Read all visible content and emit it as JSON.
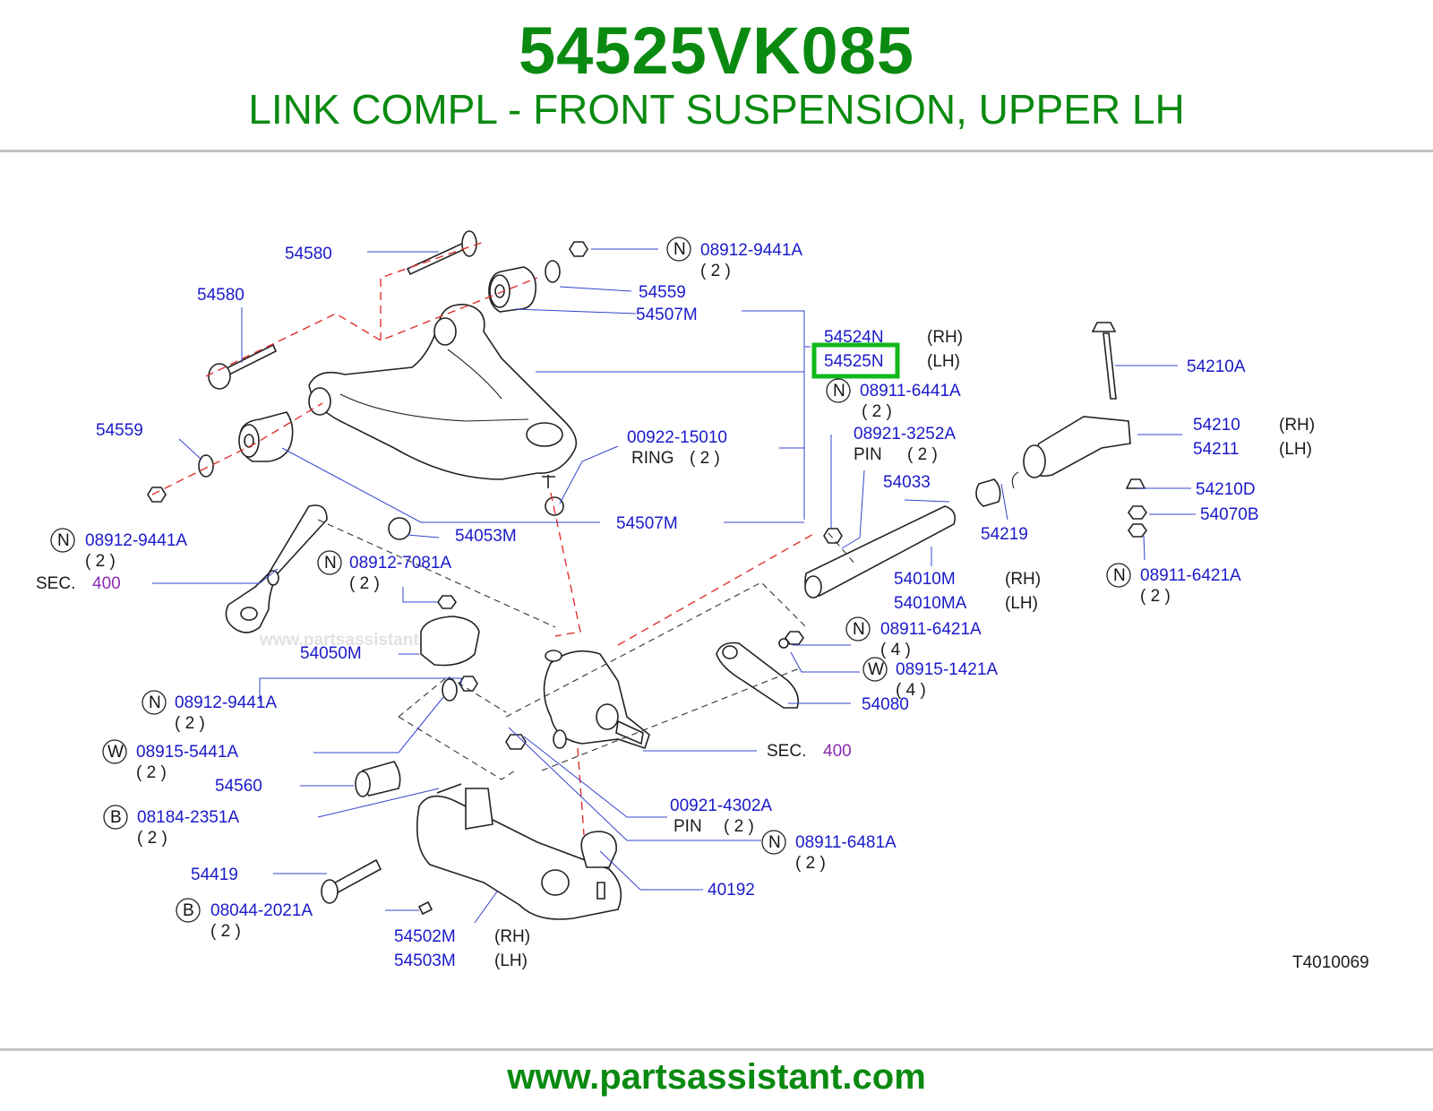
{
  "header": {
    "part_number": "54525VK085",
    "description": "LINK COMPL - FRONT SUSPENSION, UPPER LH"
  },
  "watermark": "www.partsassistant.com",
  "footer": {
    "url": "www.partsassistant.com"
  },
  "highlight_color": "#12b81c",
  "labels": {
    "l54580a": "54580",
    "l08912a": "08912-9441A",
    "q2a": "( 2 )",
    "l54580b": "54580",
    "l54559a": "54559",
    "l54507m_a": "54507M",
    "l54524n": "54524N",
    "rh1": "(RH)",
    "l54525n": "54525N",
    "lh1": "(LH)",
    "l08911a": "08911-6441A",
    "q2b": "( 2 )",
    "l54210a": "54210A",
    "l54559b": "54559",
    "l00922": "00922-15010",
    "ring": "RING",
    "q2c": "( 2 )",
    "l08921": "08921-3252A",
    "pin1": "PIN",
    "q2d": "( 2 )",
    "l54210": "54210",
    "rh2": "(RH)",
    "l54211": "54211",
    "lh2": "(LH)",
    "l54033": "54033",
    "l54210d": "54210D",
    "l54507m_b": "54507M",
    "l54053m": "54053M",
    "l54219": "54219",
    "l54070b": "54070B",
    "l08912b": "08912-9441A",
    "q2e": "( 2 )",
    "sec1": "SEC.",
    "sec1num": "400",
    "l08912_7081": "08912-7081A",
    "q2f": "( 2 )",
    "l54010m": "54010M",
    "rh3": "(RH)",
    "l54010ma": "54010MA",
    "lh3": "(LH)",
    "l08911_6421a": "08911-6421A",
    "q2g": "( 2 )",
    "l08911_6421b": "08911-6421A",
    "q4a": "( 4 )",
    "l54050m": "54050M",
    "l08915_1421": "08915-1421A",
    "q4b": "( 4 )",
    "l08912c": "08912-9441A",
    "q2h": "( 2 )",
    "l54080": "54080",
    "l08915_5441": "08915-5441A",
    "q2i": "( 2 )",
    "sec2": "SEC.",
    "sec2num": "400",
    "l54560": "54560",
    "l00921": "00921-4302A",
    "pin2": "PIN",
    "q2j": "( 2 )",
    "l08184": "08184-2351A",
    "q2k": "( 2 )",
    "l08911_6481": "08911-6481A",
    "q2l": "( 2 )",
    "l54419": "54419",
    "l40192": "40192",
    "l08044": "08044-2021A",
    "q2m": "( 2 )",
    "l54502m": "54502M",
    "rh4": "(RH)",
    "l54503m": "54503M",
    "lh4": "(LH)",
    "code": "T4010069"
  },
  "badges": {
    "n": "N",
    "w": "W",
    "b": "B"
  }
}
